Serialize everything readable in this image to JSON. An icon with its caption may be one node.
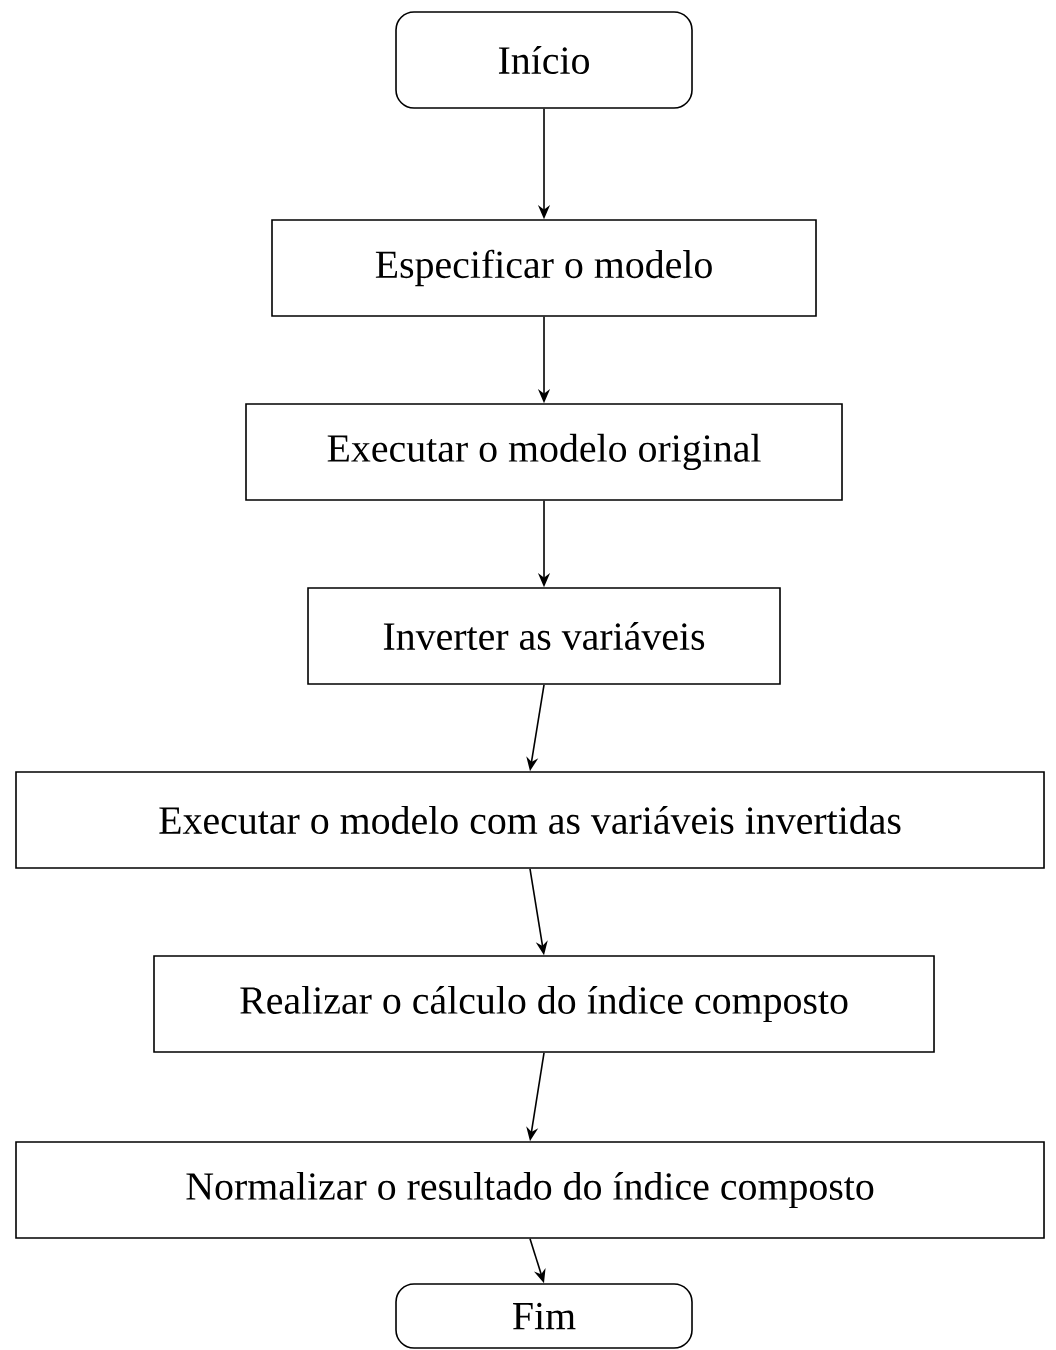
{
  "diagram": {
    "nodes": [
      {
        "text": [
          "Início"
        ]
      },
      {
        "text": [
          "Especificar o modelo"
        ]
      },
      {
        "text": [
          "Executar o modelo original"
        ]
      },
      {
        "text": [
          "Inverter as variáveis"
        ]
      },
      {
        "text": [
          "Executar o modelo com as variáveis invertidas"
        ]
      },
      {
        "text": [
          "Realizar o cálculo do índice composto"
        ]
      },
      {
        "text": [
          "Normalizar o resultado do índice composto"
        ]
      },
      {
        "text": [
          "Fim"
        ]
      }
    ],
    "edges": [
      {
        "from": 0,
        "to": 1,
        "arrow": "to"
      },
      {
        "from": 1,
        "to": 2,
        "arrow": "to"
      },
      {
        "from": 2,
        "to": 3,
        "arrow": "to"
      },
      {
        "from": 3,
        "to": 4,
        "arrow": "to"
      },
      {
        "from": 4,
        "to": 5,
        "arrow": "to"
      },
      {
        "from": 5,
        "to": 6,
        "arrow": "to"
      },
      {
        "from": 6,
        "to": 7,
        "arrow": "to"
      }
    ]
  }
}
